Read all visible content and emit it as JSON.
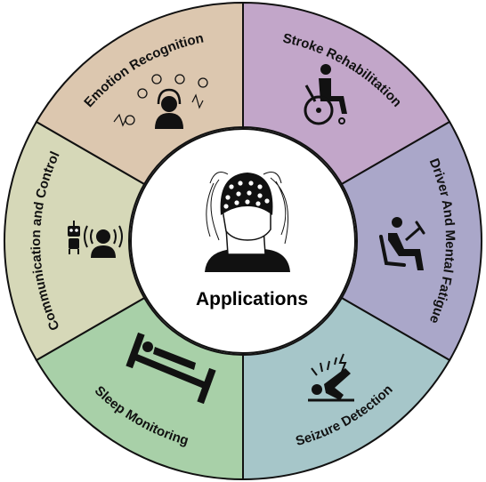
{
  "center": {
    "title": "Applications",
    "icon": "eeg-cap-head-icon"
  },
  "segments": [
    {
      "label": "Stroke Rehabilitation",
      "color": "#c2a6c9",
      "icon": "wheelchair-user-icon"
    },
    {
      "label": "Driver And Mental Fatigue",
      "color": "#aaa7c9",
      "icon": "driver-seat-icon"
    },
    {
      "label": "Seizure Detection",
      "color": "#a6c6c9",
      "icon": "fallen-person-seizure-icon"
    },
    {
      "label": "Sleep Monitoring",
      "color": "#a8d0a8",
      "icon": "person-in-bed-icon"
    },
    {
      "label": "Communication and Control",
      "color": "#d6d8b8",
      "icon": "robot-and-speaking-person-icon"
    },
    {
      "label": "Emotion Recognition",
      "color": "#dcc7af",
      "icon": "emotion-faces-person-icon"
    }
  ]
}
